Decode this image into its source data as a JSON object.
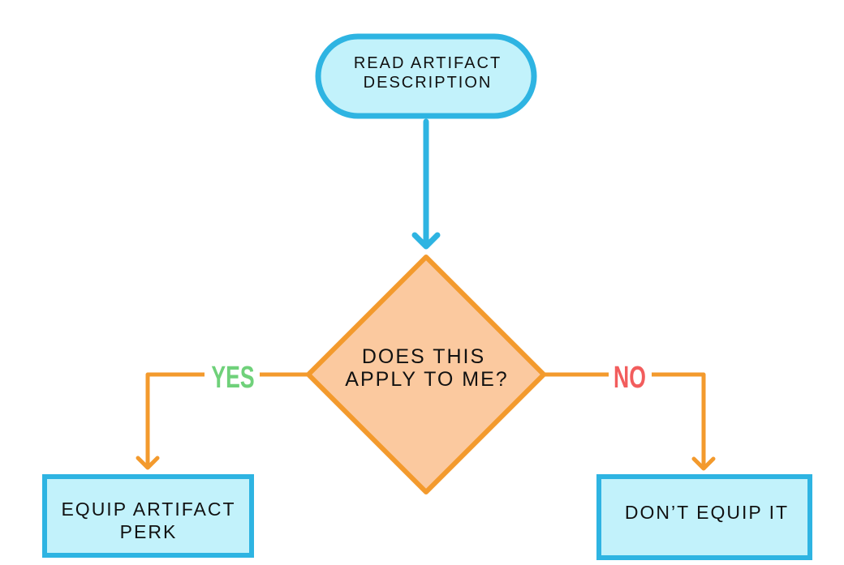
{
  "diagram": {
    "start_node": {
      "line1": "READ ARTIFACT",
      "line2": "DESCRIPTION"
    },
    "decision_node": {
      "line1": "DOES THIS",
      "line2": "APPLY TO ME?"
    },
    "yes_branch": {
      "label": "YES",
      "target": {
        "line1": "EQUIP ARTIFACT",
        "line2": "PERK"
      }
    },
    "no_branch": {
      "label": "NO",
      "target": {
        "line1": "DON’T EQUIP IT"
      }
    },
    "colors": {
      "start_fill": "#c2f2fb",
      "start_stroke": "#2eb4e2",
      "decision_fill": "#fbc99f",
      "decision_stroke": "#f39a2d",
      "box_fill": "#c2f2fb",
      "box_stroke": "#2eb4e2",
      "start_arrow": "#2eb4e2",
      "branch_arrow": "#f39a2d",
      "yes_label": "#6fd17a",
      "no_label": "#f25d5d"
    }
  }
}
